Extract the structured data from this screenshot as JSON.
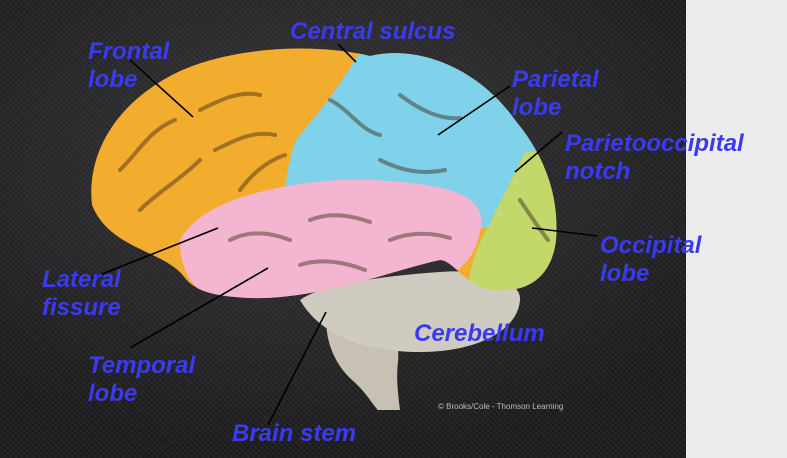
{
  "colors": {
    "label": "#3a3af2",
    "leader_line": "#000000",
    "background": "#222224",
    "side_panel": "#ececec",
    "frontal": "#f3ad2e",
    "parietal": "#7fd2ea",
    "temporal": "#f3b5cf",
    "occipital": "#c2d86a",
    "cerebellum": "#cfcbc0",
    "brain_stem": "#c6c1b4"
  },
  "labels": {
    "frontal_lobe": [
      "Frontal",
      "lobe"
    ],
    "central_sulcus": [
      "Central sulcus"
    ],
    "parietal_lobe": [
      "Parietal",
      "lobe"
    ],
    "parietooccipital_notch": [
      "Parietooccipital",
      "notch"
    ],
    "occipital_lobe": [
      "Occipital",
      "lobe"
    ],
    "lateral_fissure": [
      "Lateral",
      "fissure"
    ],
    "cerebellum": [
      "Cerebellum"
    ],
    "temporal_lobe": [
      "Temporal",
      "lobe"
    ],
    "brain_stem": [
      "Brain stem"
    ]
  },
  "credit_text": "© Brooks/Cole - Thomson Learning"
}
